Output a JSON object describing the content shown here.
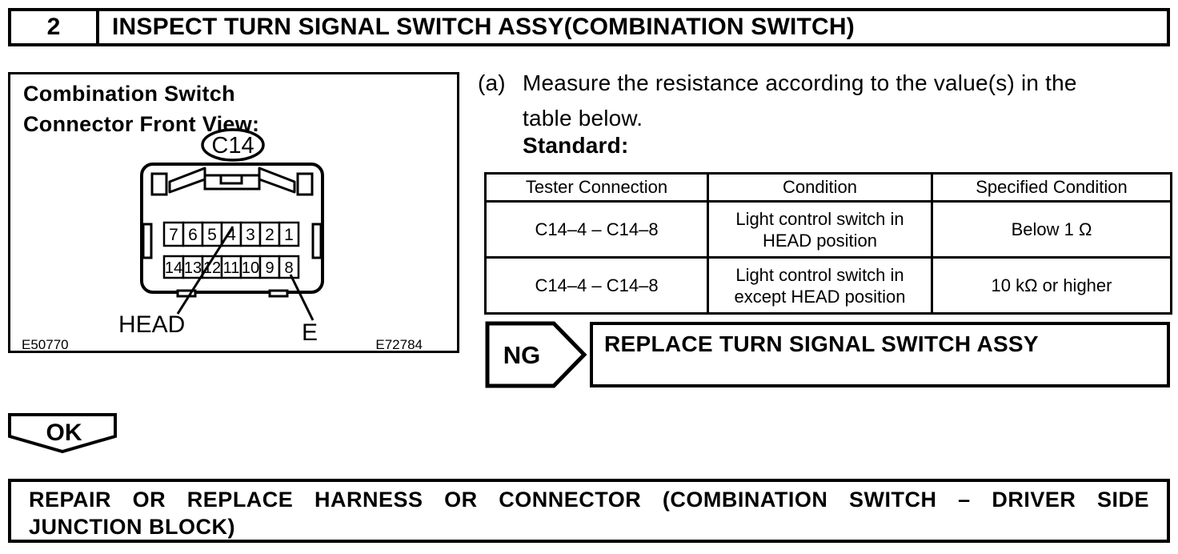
{
  "header": {
    "step_number": "2",
    "title": "INSPECT TURN SIGNAL SWITCH ASSY(COMBINATION SWITCH)"
  },
  "figure": {
    "caption_line1": "Combination Switch",
    "caption_line2": "Connector Front View:",
    "connector_label": "C14",
    "pins_top": [
      "7",
      "6",
      "5",
      "4",
      "3",
      "2",
      "1"
    ],
    "pins_bottom": [
      "14",
      "13",
      "12",
      "11",
      "10",
      "9",
      "8"
    ],
    "pin4_label": "HEAD",
    "pin8_label": "E",
    "figure_code_left": "E50770",
    "figure_code_right": "E72784"
  },
  "procedure": {
    "step_letter": "(a)",
    "instruction_line1": "Measure the resistance according to the value(s) in the",
    "instruction_line2": "table below.",
    "standard_label": "Standard:"
  },
  "table": {
    "headers": [
      "Tester Connection",
      "Condition",
      "Specified Condition"
    ],
    "rows": [
      {
        "tester_connection": "C14–4 – C14–8",
        "condition_line1": "Light control switch in",
        "condition_line2": "HEAD position",
        "specified_condition": "Below 1 Ω"
      },
      {
        "tester_connection": "C14–4 – C14–8",
        "condition_line1": "Light control switch in",
        "condition_line2": "except HEAD position",
        "specified_condition": "10 kΩ or higher"
      }
    ]
  },
  "ng": {
    "label": "NG",
    "action": "REPLACE TURN SIGNAL SWITCH ASSY"
  },
  "ok": {
    "label": "OK"
  },
  "footer": {
    "action_line1": "REPAIR OR REPLACE HARNESS OR CONNECTOR (COMBINATION SWITCH – DRIVER SIDE",
    "action_line2": "JUNCTION BLOCK)"
  },
  "colors": {
    "ink": "#000000",
    "paper": "#ffffff"
  }
}
